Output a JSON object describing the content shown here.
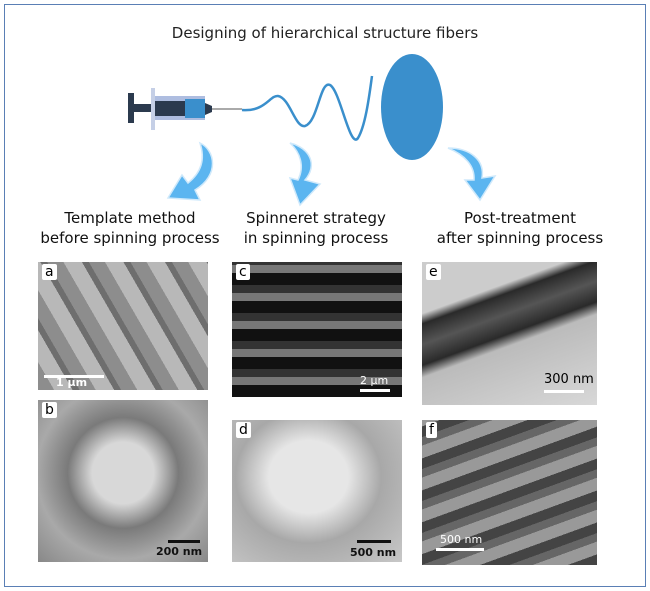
{
  "title": "Designing of hierarchical structure fibers",
  "colors": {
    "accent": "#3a8fcc",
    "arrow": "#5bb5f0",
    "syringe_dark": "#2b3a4e"
  },
  "columns": [
    {
      "line1": "Template method",
      "line2": "before spinning process"
    },
    {
      "line1": "Spinneret strategy",
      "line2": "in spinning process"
    },
    {
      "line1": "Post-treatment",
      "line2": "after spinning process"
    }
  ],
  "panels": [
    {
      "label": "a",
      "scale": "1 μm"
    },
    {
      "label": "b",
      "scale": "200 nm"
    },
    {
      "label": "c",
      "scale": "2 μm"
    },
    {
      "label": "d",
      "scale": "500 nm"
    },
    {
      "label": "e",
      "scale": "300 nm"
    },
    {
      "label": "f",
      "scale": "500 nm"
    }
  ]
}
